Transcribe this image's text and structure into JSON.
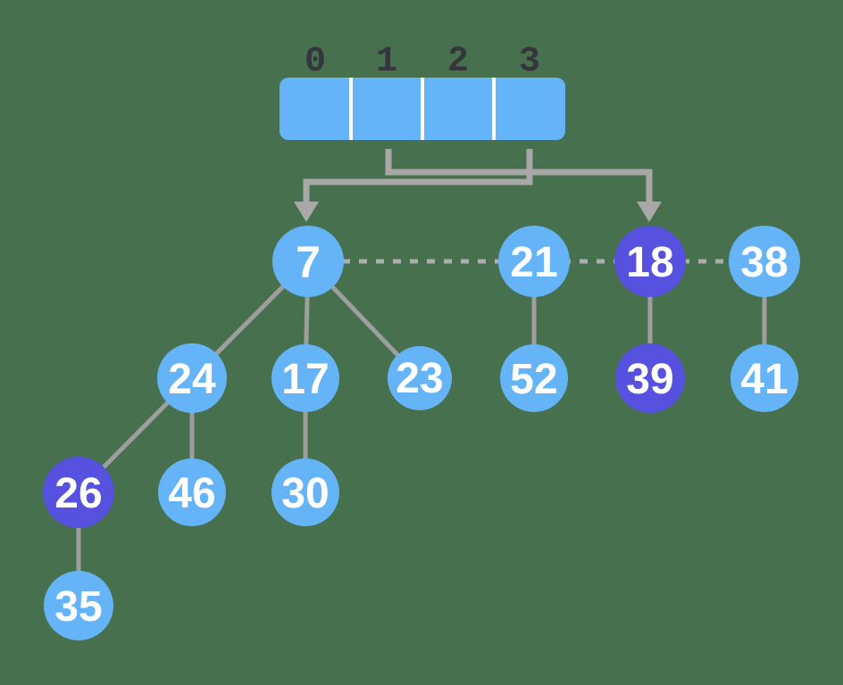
{
  "diagram_type": "hash-table-of-heap-trees",
  "colors": {
    "background": "#47704E",
    "array_fill": "#64B4F7",
    "divider": "#FFFFFF",
    "index_text": "#34363B",
    "node_blue": "#64B4F7",
    "node_purple": "#5651DE",
    "node_text": "#FFFFFF",
    "edge": "#9E9E9E",
    "dashed_link": "#ADADAD",
    "arrow": "#A8A8A8"
  },
  "array": {
    "indices": [
      "0",
      "1",
      "2",
      "3"
    ],
    "cell_count": 4,
    "pointers": [
      {
        "from_index": "1",
        "to_node": "18"
      },
      {
        "from_index": "3",
        "to_node": "7"
      }
    ]
  },
  "nodes": [
    {
      "value": "7",
      "variant": "blue"
    },
    {
      "value": "21",
      "variant": "blue"
    },
    {
      "value": "18",
      "variant": "purple"
    },
    {
      "value": "38",
      "variant": "blue"
    },
    {
      "value": "24",
      "variant": "blue"
    },
    {
      "value": "17",
      "variant": "blue"
    },
    {
      "value": "23",
      "variant": "blue"
    },
    {
      "value": "52",
      "variant": "blue"
    },
    {
      "value": "39",
      "variant": "purple"
    },
    {
      "value": "41",
      "variant": "blue"
    },
    {
      "value": "26",
      "variant": "purple"
    },
    {
      "value": "46",
      "variant": "blue"
    },
    {
      "value": "30",
      "variant": "blue"
    },
    {
      "value": "35",
      "variant": "blue"
    }
  ],
  "tree_edges": [
    [
      "7",
      "24"
    ],
    [
      "7",
      "17"
    ],
    [
      "7",
      "23"
    ],
    [
      "21",
      "52"
    ],
    [
      "18",
      "39"
    ],
    [
      "38",
      "41"
    ],
    [
      "24",
      "26"
    ],
    [
      "24",
      "46"
    ],
    [
      "17",
      "30"
    ],
    [
      "26",
      "35"
    ]
  ],
  "dashed_root_links": [
    [
      "7",
      "21"
    ],
    [
      "21",
      "18"
    ],
    [
      "18",
      "38"
    ]
  ]
}
